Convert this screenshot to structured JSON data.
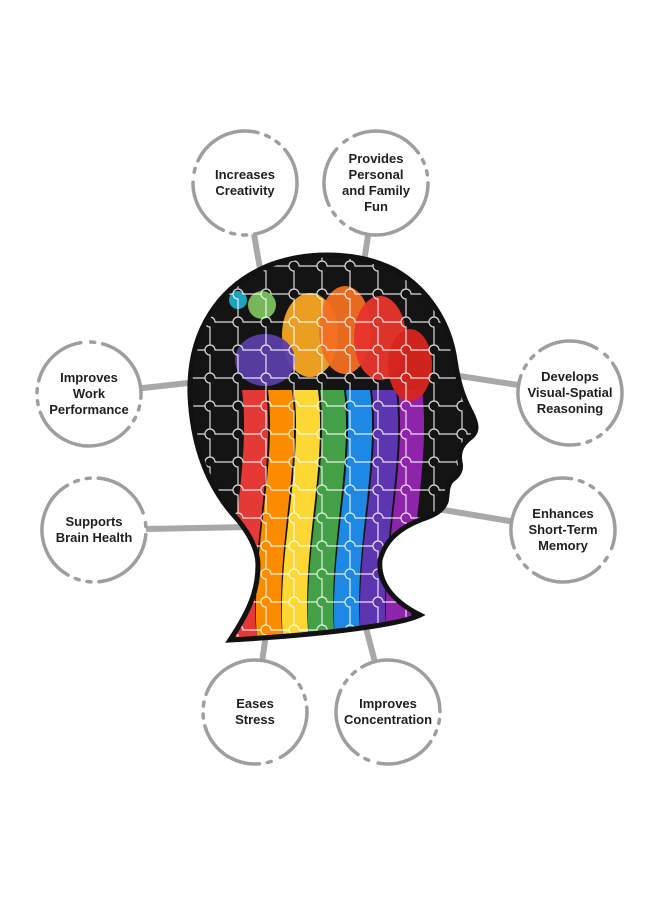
{
  "benefits": [
    {
      "id": "creativity",
      "label": "Increases\nCreativity"
    },
    {
      "id": "fun",
      "label": "Provides\nPersonal\nand Family\nFun"
    },
    {
      "id": "work",
      "label": "Improves\nWork\nPerformance"
    },
    {
      "id": "spatial",
      "label": "Develops\nVisual-Spatial\nReasoning"
    },
    {
      "id": "brain",
      "label": "Supports\nBrain Health"
    },
    {
      "id": "memory",
      "label": "Enhances\nShort-Term\nMemory"
    },
    {
      "id": "stress",
      "label": "Eases\nStress"
    },
    {
      "id": "concentration",
      "label": "Improves\nConcentration"
    }
  ],
  "colors": {
    "ring": "#9e9e9e",
    "connector": "#a8a8a8",
    "text": "#1f1f1f",
    "head_outline": "#111111",
    "rainbow": [
      "#e53935",
      "#fb8c00",
      "#fdd835",
      "#43a047",
      "#1e88e5",
      "#5e35b1",
      "#8e24aa"
    ]
  },
  "illustration": {
    "subject": "head silhouette filled with rainbow jigsaw-puzzle fist artwork"
  }
}
